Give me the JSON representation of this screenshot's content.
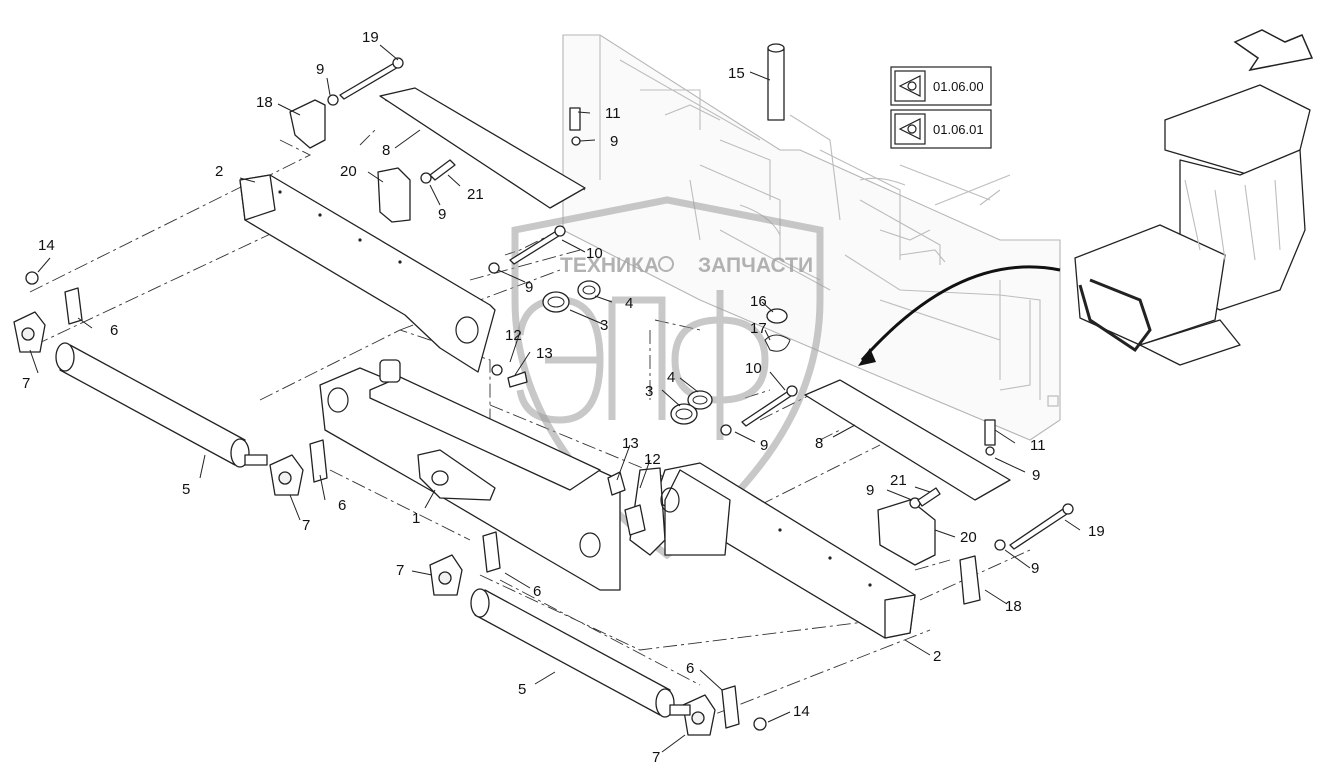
{
  "references": [
    {
      "code": "01.06.00",
      "icon": "eye-view-icon"
    },
    {
      "code": "01.06.01",
      "icon": "eye-view-icon"
    }
  ],
  "watermark": {
    "left_word": "ТЕХНИКА",
    "right_word": "ЗАПЧАСТИ",
    "monogram": "ЭПФ"
  },
  "callouts": [
    {
      "id": "c19a",
      "label": "19"
    },
    {
      "id": "c9a",
      "label": "9"
    },
    {
      "id": "c18a",
      "label": "18"
    },
    {
      "id": "c8a",
      "label": "8"
    },
    {
      "id": "c11a",
      "label": "11"
    },
    {
      "id": "c9b",
      "label": "9"
    },
    {
      "id": "c15",
      "label": "15"
    },
    {
      "id": "c2a",
      "label": "2"
    },
    {
      "id": "c20a",
      "label": "20"
    },
    {
      "id": "c21a",
      "label": "21"
    },
    {
      "id": "c9c",
      "label": "9"
    },
    {
      "id": "c14a",
      "label": "14"
    },
    {
      "id": "c10a",
      "label": "10"
    },
    {
      "id": "c9d",
      "label": "9"
    },
    {
      "id": "c4a",
      "label": "4"
    },
    {
      "id": "c6a",
      "label": "6"
    },
    {
      "id": "c3a",
      "label": "3"
    },
    {
      "id": "c16",
      "label": "16"
    },
    {
      "id": "c12a",
      "label": "12"
    },
    {
      "id": "c17",
      "label": "17"
    },
    {
      "id": "c7a",
      "label": "7"
    },
    {
      "id": "c13a",
      "label": "13"
    },
    {
      "id": "c10b",
      "label": "10"
    },
    {
      "id": "c4b",
      "label": "4"
    },
    {
      "id": "c3b",
      "label": "3"
    },
    {
      "id": "c9e",
      "label": "9"
    },
    {
      "id": "c8b",
      "label": "8"
    },
    {
      "id": "c11b",
      "label": "11"
    },
    {
      "id": "c9f",
      "label": "9"
    },
    {
      "id": "c5a",
      "label": "5"
    },
    {
      "id": "c6b",
      "label": "6"
    },
    {
      "id": "c7b",
      "label": "7"
    },
    {
      "id": "c1",
      "label": "1"
    },
    {
      "id": "c13b",
      "label": "13"
    },
    {
      "id": "c12b",
      "label": "12"
    },
    {
      "id": "c21b",
      "label": "21"
    },
    {
      "id": "c9g",
      "label": "9"
    },
    {
      "id": "c20b",
      "label": "20"
    },
    {
      "id": "c19b",
      "label": "19"
    },
    {
      "id": "c9h",
      "label": "9"
    },
    {
      "id": "c18b",
      "label": "18"
    },
    {
      "id": "c7c",
      "label": "7"
    },
    {
      "id": "c6c",
      "label": "6"
    },
    {
      "id": "c2b",
      "label": "2"
    },
    {
      "id": "c5b",
      "label": "5"
    },
    {
      "id": "c6d",
      "label": "6"
    },
    {
      "id": "c14b",
      "label": "14"
    },
    {
      "id": "c7d",
      "label": "7"
    }
  ]
}
